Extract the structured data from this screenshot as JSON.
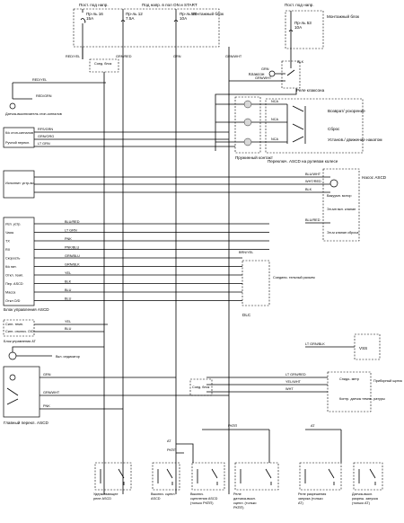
{
  "top": {
    "const_power": "Пост. под напр.",
    "ig_power": "Под напр. в пол ON и START",
    "const_power_right": "Пост. под напр.",
    "fuse_block": "Монтажный блок",
    "fuse_block_right": "Монтажный блок",
    "fuses": [
      {
        "name": "Пр-ль 16",
        "rating": "15A"
      },
      {
        "name": "Пр-ль 12",
        "rating": "7.5A"
      },
      {
        "name": "Пр-ль 17",
        "rating": "10A"
      },
      {
        "name": "Пр-ль 53",
        "rating": "10A"
      }
    ]
  },
  "left_labels": {
    "joint_block": "Соед. блок",
    "brake_switch": "Датчик-выключатель стоп-сигналов",
    "to_stop_lamps": "К/к стоп-сигналов",
    "manual_switch": "Ручной перекл.",
    "actuator": "Исполнит. устр-во",
    "ecu_pins": [
      "Исп. устр.",
      "Часы",
      "ТХ",
      "RX",
      "Скорость",
      "К/к пит.",
      "Откл. темп.",
      "Пер. ASCD",
      "Масса",
      "Откл O/D"
    ],
    "ecu": "Блок управления ASCD",
    "temp_switch": [
      "Сигн. темп.",
      "Сигн. отключ. O/D"
    ],
    "at_ecu": "Блок управления АТ",
    "indicator": "Вкл. индикатор",
    "main_switch": "Главный перекл. ASCD",
    "joint_block_2": "Соед. блок"
  },
  "right_labels": {
    "horn": "Клаксон",
    "horn_relay": "Реле клаксона",
    "resume": "Возврат/ ускорение",
    "cancel": "Сброс",
    "set": "Установ./ движение накатом",
    "spiral": "Пружинный контакт",
    "steering_switch": "Переключ. ASCD на рулевом колесе",
    "ascd_pump": "Насос ASCD",
    "vacuum_motor": "Вакуумн. мотор",
    "air_valve": "Эл-мн вкл. клапан",
    "release_valve": "Эл-м клапан сброса",
    "connector": "Соедини- тельный разъем",
    "dlc": "DLC",
    "vss": "VSS",
    "speedometer": "Спидо- метр",
    "instrument_cluster": "Приборный щиток",
    "temp_control": "Контр. датчик темпе- ратуры"
  },
  "bottom": {
    "relays": [
      "Удерживающее реле ASCD",
      "Выключ. сцепл. ASCD",
      "Выключ. сцепления ASCD (только РКПП)",
      "Реле датчика-выкл. сцепл. (только РКПП)",
      "Реле разрешения запуска (только АТ)",
      "Датчик-выкл. разреш. запуска (только АТ)"
    ],
    "at_short": "AT",
    "mt_short": "РКПП"
  },
  "wires": {
    "rb_yel": "RED/YEL",
    "grn_red": "GRN/RED",
    "grn": "GRN",
    "grn_wht": "GRN/WHT",
    "red_yel": "RED/YEL",
    "red_grn": "RED/GRN",
    "blk": "BLK",
    "blu_wht": "BLU/WHT",
    "wht_red": "WHT/RED",
    "blu_red": "BLU/RED",
    "lt_grn": "LT GRN",
    "pnk": "PNK",
    "pnk_blu": "PNK/BLU",
    "grn_blu": "GRN/BLU",
    "grn_blk": "GRN/BLK",
    "yel": "YEL",
    "blu": "BLU",
    "lt_grn_blk": "LT GRN/BLK",
    "grn_org": "GRN/ORG",
    "ltgrn": "LT GRN",
    "rfs_grn": "RFS/GRN",
    "yel_wht": "YEL/WHT",
    "lt_grn_red": "LT GRN/RED",
    "wht": "WHT",
    "nca": "NCA",
    "brn_yel": "BRN/YEL",
    "nc": "NCA"
  }
}
